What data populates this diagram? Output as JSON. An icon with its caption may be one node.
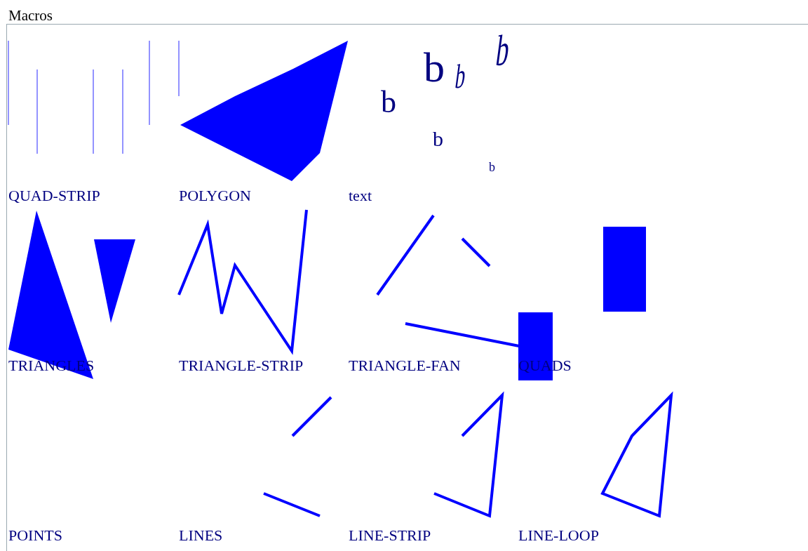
{
  "diagram": {
    "title": "Macros",
    "labels": [
      "QUAD-STRIP",
      "POLYGON",
      "text",
      "b",
      "b",
      "b",
      "b",
      "b",
      "b",
      "TRIANGLES",
      "TRIANGLE-STRIP",
      "TRIANGLE-FAN",
      "QUADS",
      "POINTS",
      "LINES",
      "LINE-STRIP",
      "LINE-LOOP"
    ]
  }
}
